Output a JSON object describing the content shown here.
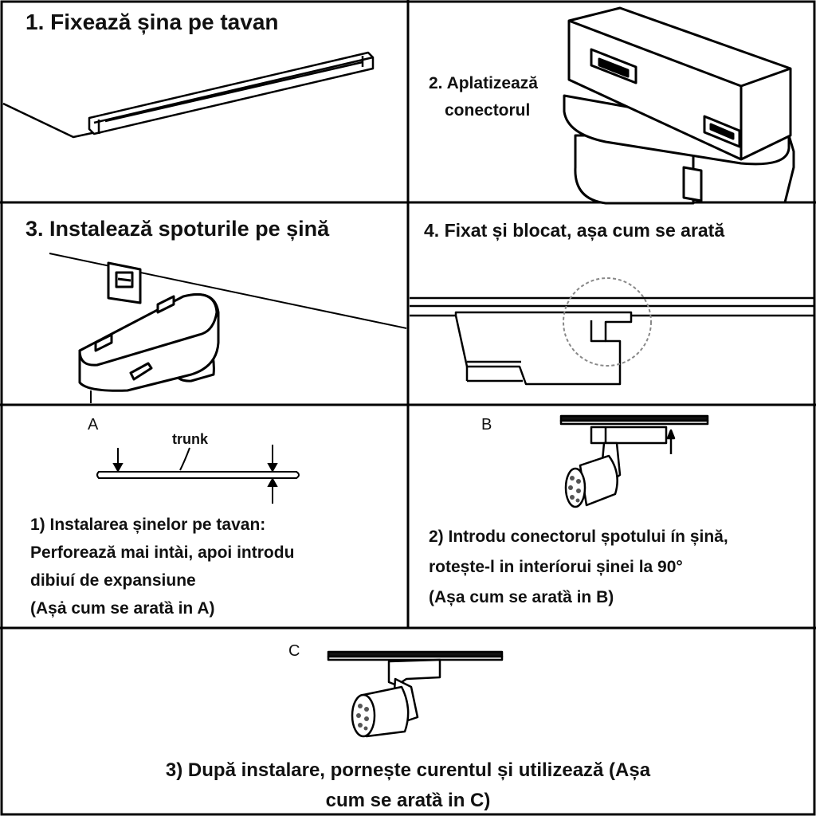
{
  "panels": {
    "p1": {
      "title": "1. Fixează șina pe tavan"
    },
    "p2": {
      "title_line1": "2. Aplatizează",
      "title_line2": "conectorul"
    },
    "p3": {
      "title": "3. Instalează spoturile pe șină"
    },
    "p4": {
      "title": "4. Fixat și blocat, așa cum se arată"
    },
    "p5": {
      "label": "A",
      "diagram_label": "trunk",
      "lines": [
        "1) Instalarea șinelor pe tavan:",
        "Perforează mai intài, apoi introdu",
        "dibiuí de expansiune",
        "(Așȧ cum se aratȁ in A)"
      ]
    },
    "p6": {
      "label": "B",
      "lines": [
        "2) Introdu conectorul șpotului ín șină,",
        "rotește-l in interíorui șinei la 90°",
        "(Așa cum se aratȁ in B)"
      ]
    },
    "p7": {
      "label": "C",
      "lines": [
        "3) După instalare, pornește curentul și utilizează (Așa",
        "cum se aratȁ in C)"
      ]
    }
  }
}
